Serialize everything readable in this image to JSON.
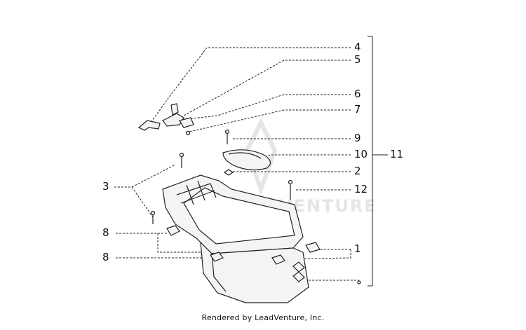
{
  "diagram": {
    "callouts": [
      {
        "id": "4",
        "label": "4"
      },
      {
        "id": "5",
        "label": "5"
      },
      {
        "id": "6",
        "label": "6"
      },
      {
        "id": "7",
        "label": "7"
      },
      {
        "id": "9",
        "label": "9"
      },
      {
        "id": "10",
        "label": "10"
      },
      {
        "id": "11",
        "label": "11"
      },
      {
        "id": "2",
        "label": "2"
      },
      {
        "id": "12",
        "label": "12"
      },
      {
        "id": "3",
        "label": "3"
      },
      {
        "id": "8a",
        "label": "8"
      },
      {
        "id": "8b",
        "label": "8"
      },
      {
        "id": "1",
        "label": "1"
      }
    ],
    "watermark": "VENTURE",
    "footer": "Rendered by LeadVenture, Inc."
  },
  "colors": {
    "line": "#222222",
    "watermark": "#d8d8d8",
    "part_fill": "#f4f4f4"
  }
}
